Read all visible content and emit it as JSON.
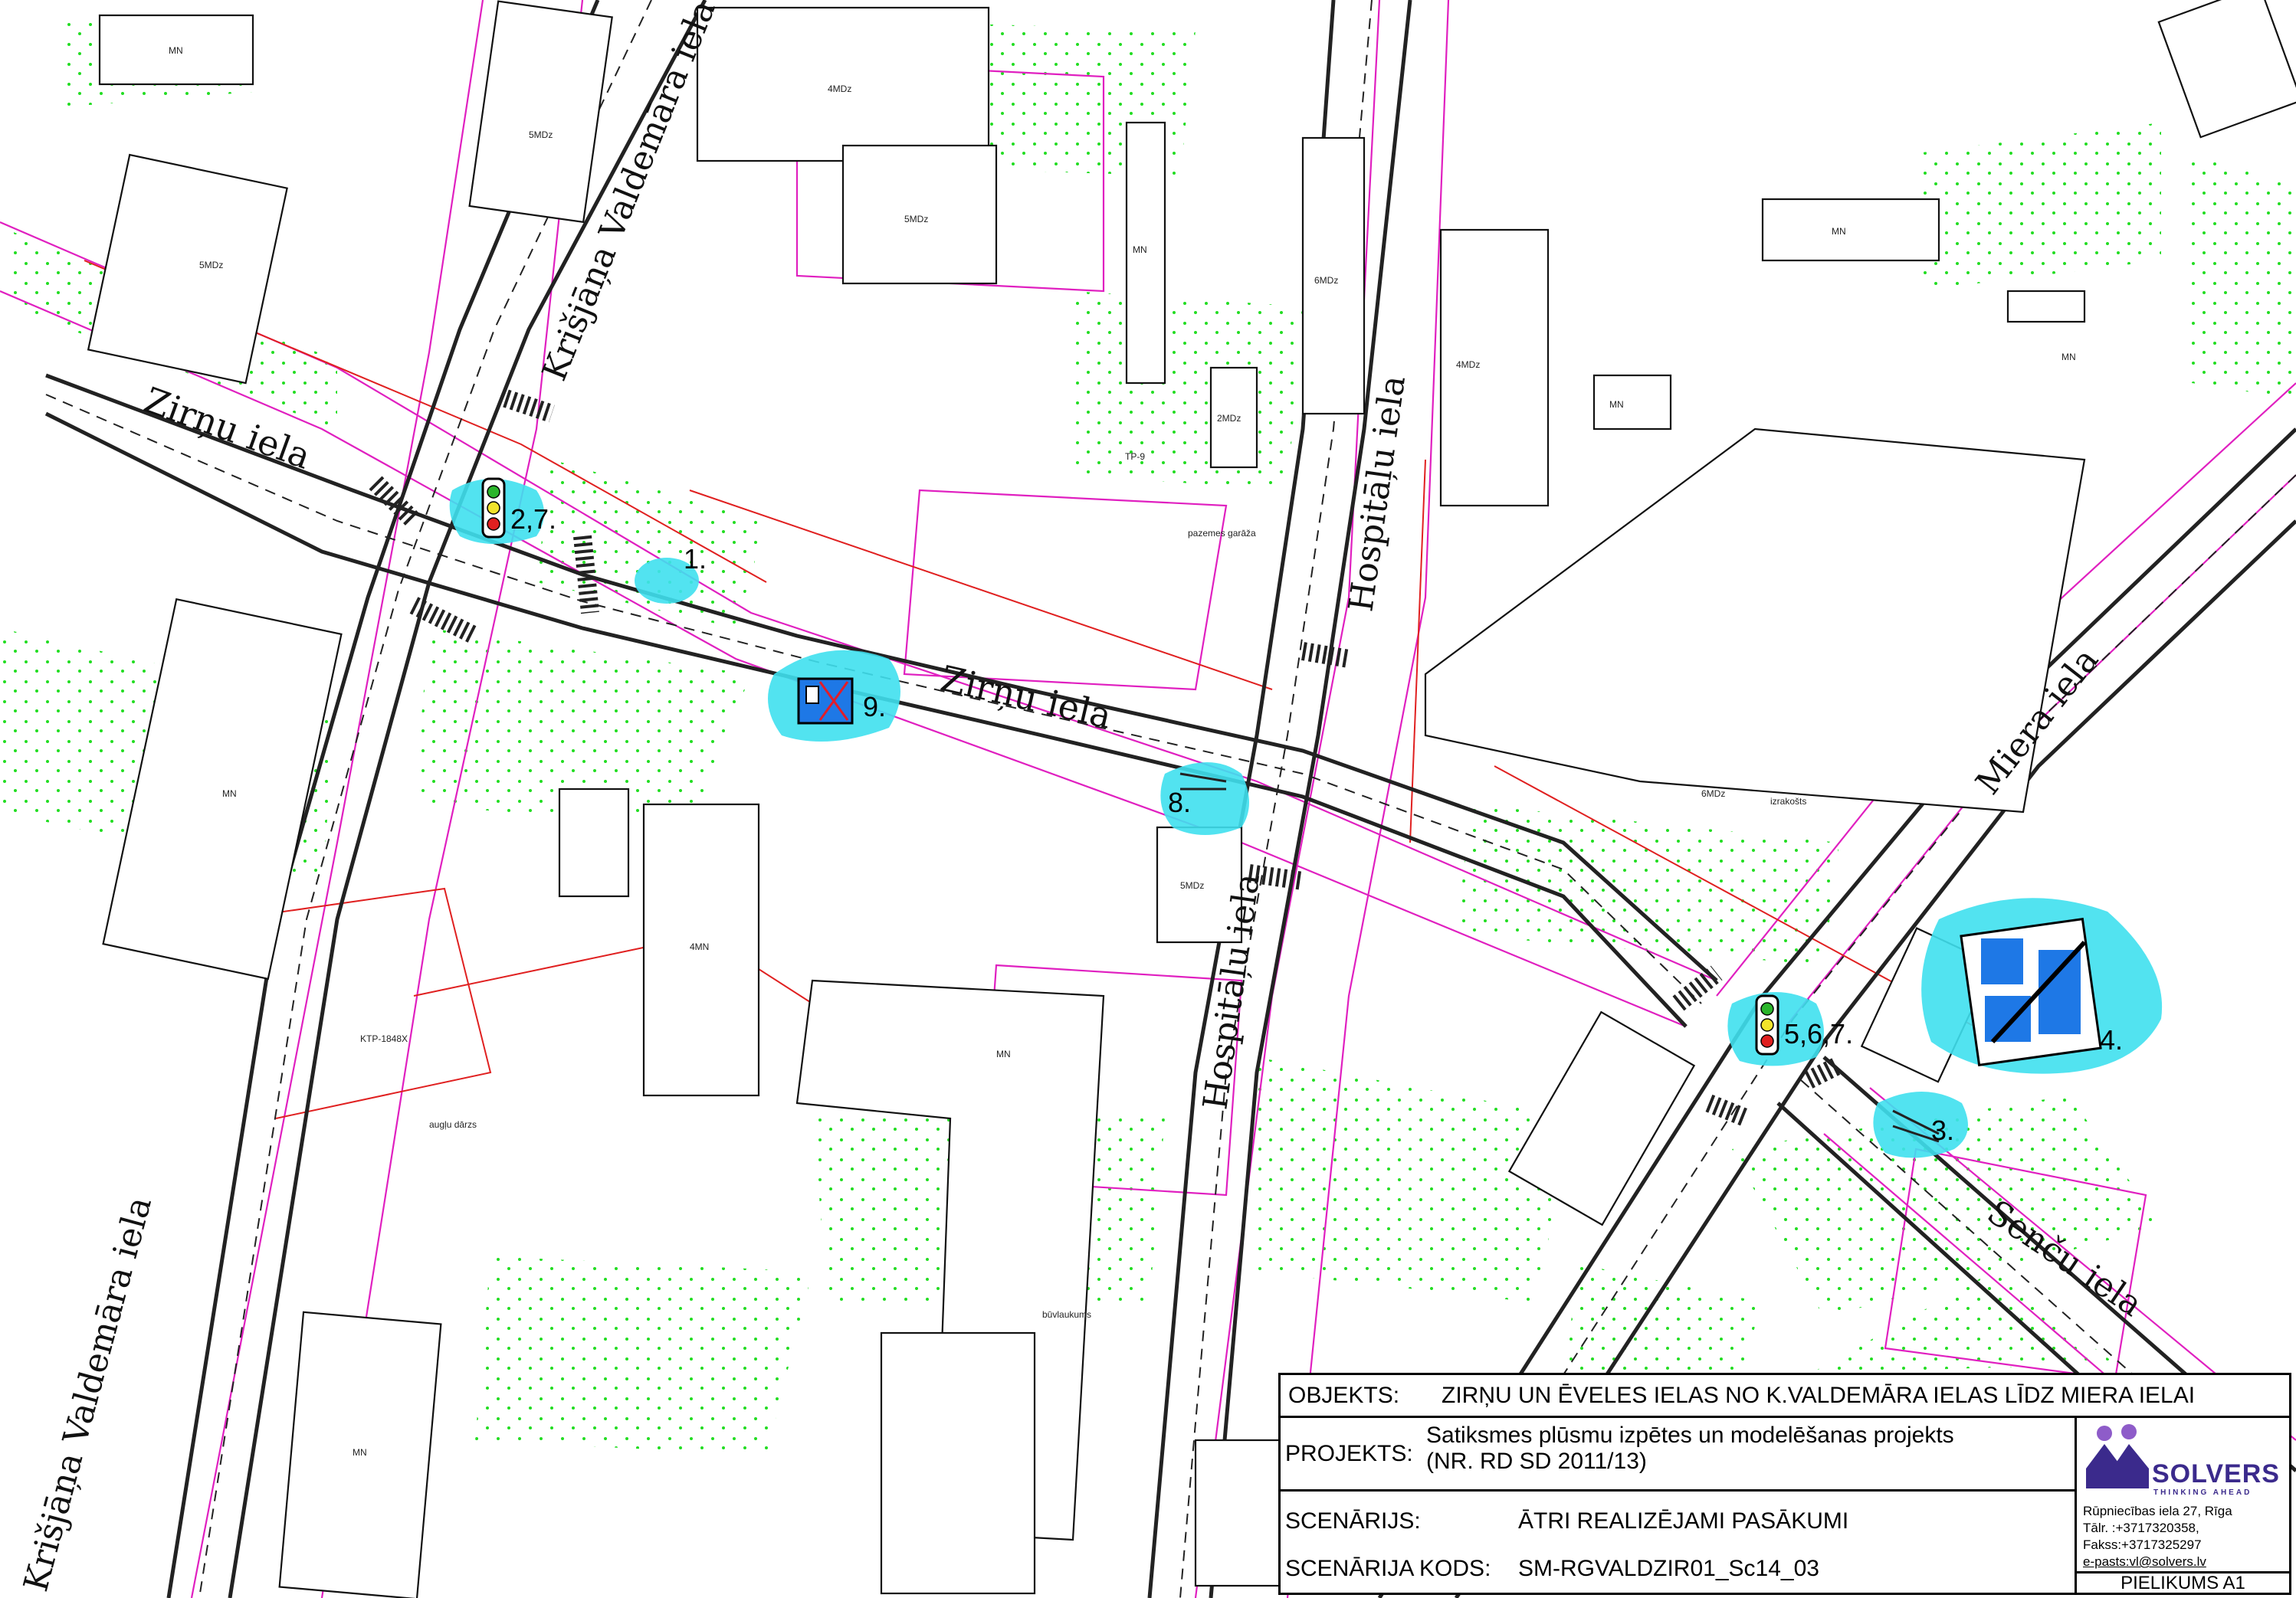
{
  "map": {
    "streets": {
      "zirnu_west": "Zirņu iela",
      "zirnu_center": "Zirņu iela",
      "kvaldemara_north": "Krišjāņa Valdemāra iela",
      "kvaldemara_south": "Krišjāņa Valdemāra iela",
      "hospitalu_north": "Hospitāļu iela",
      "hospitalu_south": "Hospitāļu iela",
      "miera": "Miera iela",
      "sencu": "Senču iela"
    },
    "markers": [
      {
        "label": "1."
      },
      {
        "label": "2,7."
      },
      {
        "label": "3."
      },
      {
        "label": "4."
      },
      {
        "label": "5,6,7."
      },
      {
        "label": "8."
      },
      {
        "label": "9."
      }
    ],
    "building_labels": {
      "b1": "5MDz",
      "b2": "MN",
      "b3": "4MDz",
      "b4": "5MDz",
      "b5": "MN",
      "b6": "6MDz",
      "b7": "4MDz",
      "b8": "MN",
      "b9": "6MDz",
      "b10": "MN",
      "b11": "2MDz",
      "b12": "5MDz",
      "b13": "MN",
      "b14": "4MN",
      "b15": "MN",
      "b16": "5MDz",
      "b17": "MN",
      "b18": "MN"
    },
    "map_notes": {
      "augludarzs": "augļu dārzs",
      "buvlaukums": "būvlaukums",
      "izrakoots": "izrakošts",
      "ktp": "KTP-1848X",
      "pazemes": "pazemes garāža",
      "tp": "TP-9"
    },
    "callout_color": "#3fe0ee",
    "street_line_color": "#e020c0",
    "tree_color": "#22dd22"
  },
  "titleblock": {
    "objekts_key": "OBJEKTS:",
    "objekts_val": "ZIRŅU UN ĒVELES IELAS NO K.VALDEMĀRA IELAS LĪDZ MIERA IELAI",
    "projekts_key": "PROJEKTS:",
    "projekts_val1": "Satiksmes plūsmu izpētes un modelēšanas projekts",
    "projekts_val2": "(NR. RD SD 2011/13)",
    "scen_key": "SCENĀRIJS:",
    "scen_val": "ĀTRI REALIZĒJAMI PASĀKUMI",
    "code_key": "SCENĀRIJA KODS:",
    "code_val": "SM-RGVALDZIR01_Sc14_03",
    "company": {
      "logo": "SOLVERS",
      "tagline": "THINKING AHEAD",
      "address": "Rūpniecības iela 27, Rīga",
      "phone": "Tālr. :+3717320358,",
      "fax": "Fakss:+3717325297",
      "email": "e-pasts:vl@solvers.lv",
      "brand_color": "#3b2a8c"
    },
    "pielikums": "PIELIKUMS A1"
  }
}
